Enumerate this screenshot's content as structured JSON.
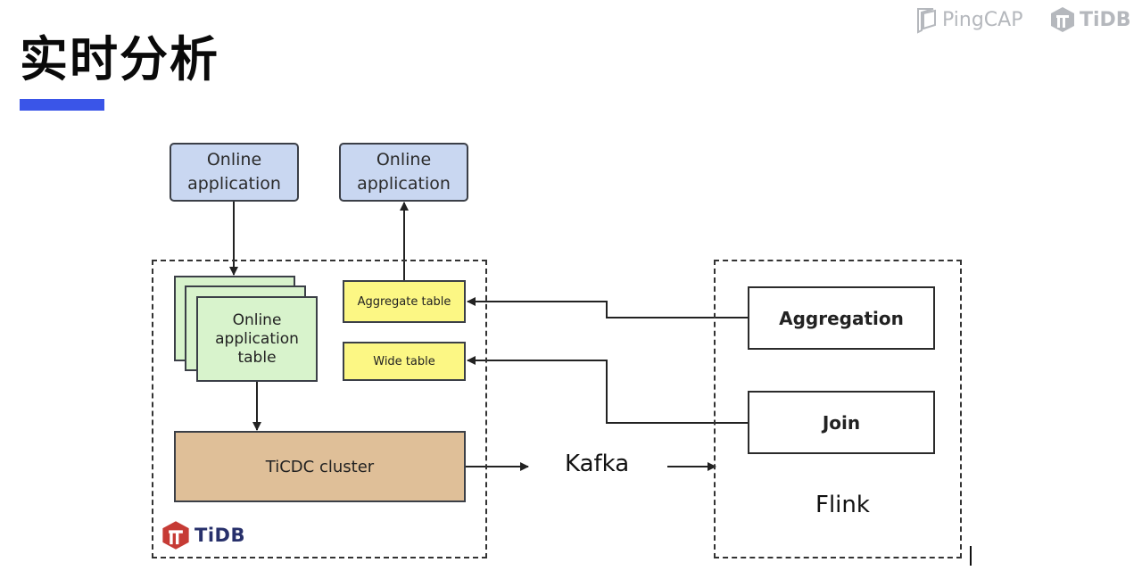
{
  "page": {
    "title": "实时分析"
  },
  "brands": {
    "pingcap": "PingCAP",
    "tidb": "TiDB"
  },
  "diagram": {
    "online_app_left": "Online application",
    "online_app_right": "Online application",
    "online_app_table": "Online application table",
    "aggregate_table": "Aggregate table",
    "wide_table": "Wide table",
    "ticdc_cluster": "TiCDC cluster",
    "kafka": "Kafka",
    "aggregation": "Aggregation",
    "join": "Join",
    "flink": "Flink",
    "tidb_logo_text": "TiDB"
  },
  "colors": {
    "accent_bar": "#3a55e8",
    "app_box": "#c9d7f1",
    "table_stack": "#d8f3cc",
    "yellow_table": "#fcf784",
    "ticdc": "#dfbf98",
    "tidb_logo": "#c63b35"
  }
}
